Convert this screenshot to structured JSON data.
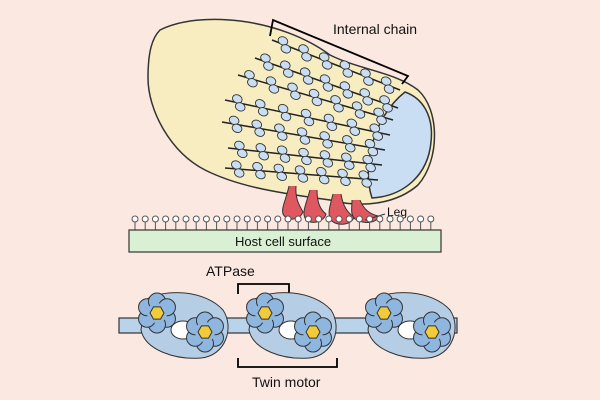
{
  "colors": {
    "background": "#fbe9e1",
    "cell_body": "#f8edc0",
    "cell_stroke": "#333333",
    "cap": "#c9def2",
    "chain_unit": "#c9def2",
    "leg": "#e0585f",
    "host_surface": "#d9f0d4",
    "receptor": "#ffffff",
    "rod": "#b9d3ea",
    "petal": "#8fb6df",
    "hexagon": "#f2cb3a",
    "bracket": "#000000"
  },
  "labels": {
    "internal_chain": "Internal chain",
    "leg": "Leg",
    "host_cell_surface": "Host cell surface",
    "atpase": "ATPase",
    "twin_motor": "Twin motor"
  }
}
